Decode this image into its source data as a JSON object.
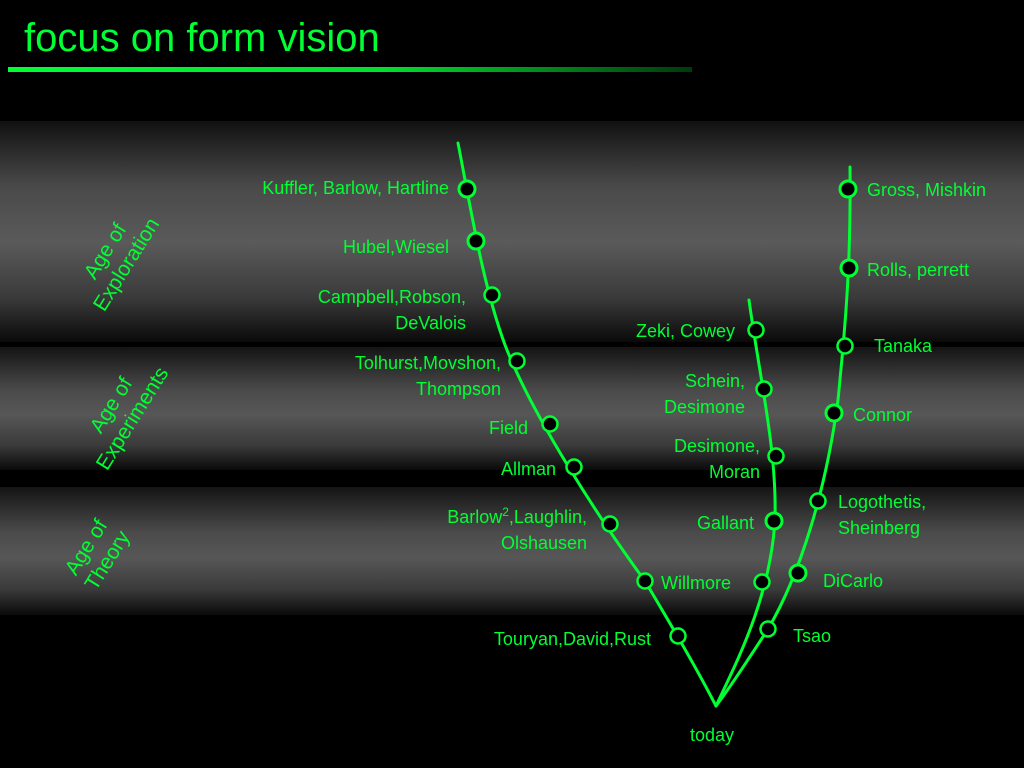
{
  "title": "focus on form vision",
  "ages": [
    {
      "line1": "Age of",
      "line2": "Exploration"
    },
    {
      "line1": "Age of",
      "line2": "Experiments"
    },
    {
      "line1": "Age of",
      "line2": "Theory"
    }
  ],
  "bottom_label": "today",
  "branch_1": [
    {
      "lines": [
        "Kuffler, Barlow, Hartline"
      ],
      "style": "filled"
    },
    {
      "lines": [
        "Hubel,Wiesel"
      ],
      "style": "filled"
    },
    {
      "lines": [
        "Campbell,Robson,",
        "DeValois"
      ],
      "style": "hollow"
    },
    {
      "lines": [
        "Tolhurst,Movshon,",
        "Thompson"
      ],
      "style": "hollow"
    },
    {
      "lines": [
        "Field"
      ],
      "style": "hollow"
    },
    {
      "lines": [
        "Allman"
      ],
      "style": "hollow"
    },
    {
      "lines": [
        "Barlow",
        "Olshausen"
      ],
      "style": "hollow",
      "sup": "2",
      "after_sup": ",Laughlin,"
    },
    {
      "lines": [
        "Willmore"
      ],
      "style": "hollow"
    },
    {
      "lines": [
        "Touryan,David,Rust"
      ],
      "style": "hollow"
    }
  ],
  "branch_2": [
    {
      "lines": [
        "Zeki, Cowey"
      ],
      "style": "hollow"
    },
    {
      "lines": [
        "Schein,",
        "Desimone"
      ],
      "style": "hollow"
    },
    {
      "lines": [
        "Desimone,",
        "Moran"
      ],
      "style": "hollow"
    },
    {
      "lines": [
        "Gallant"
      ],
      "style": "filled"
    },
    {
      "lines": [],
      "style": "hollow"
    }
  ],
  "branch_3": [
    {
      "lines": [
        "Gross, Mishkin"
      ],
      "style": "filled"
    },
    {
      "lines": [
        "Rolls, perrett"
      ],
      "style": "filled"
    },
    {
      "lines": [
        "Tanaka"
      ],
      "style": "hollow"
    },
    {
      "lines": [
        "Connor"
      ],
      "style": "filled"
    },
    {
      "lines": [
        "Logothetis,",
        "Sheinberg"
      ],
      "style": "hollow"
    },
    {
      "lines": [
        "DiCarlo"
      ],
      "style": "filled"
    },
    {
      "lines": [
        "Tsao"
      ],
      "style": "hollow"
    }
  ],
  "colors": {
    "line": "#00ff33",
    "node_fill": "#000000",
    "band": "#555555"
  }
}
